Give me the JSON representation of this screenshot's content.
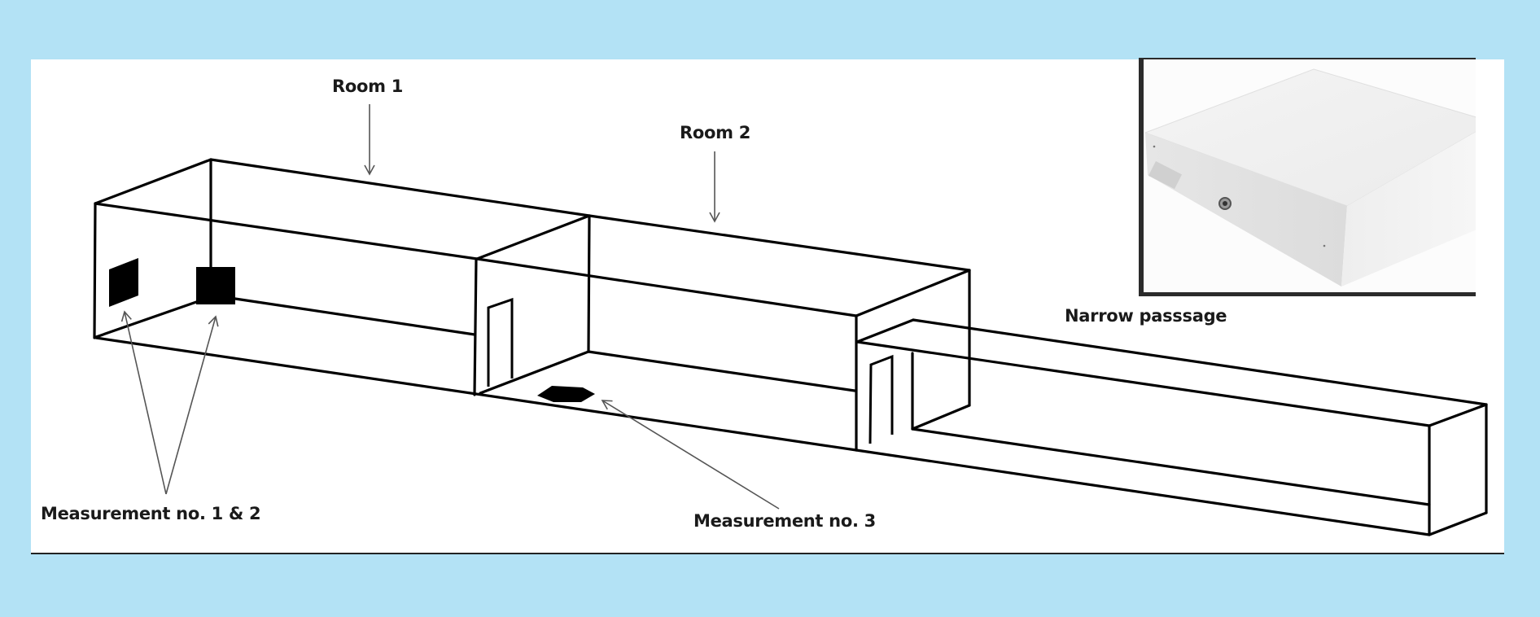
{
  "figure": {
    "background_color": "#b3e2f5",
    "panel_color": "#ffffff",
    "line_color": "#000000",
    "arrow_color": "#555555"
  },
  "labels": {
    "room1": "Room 1",
    "room2": "Room 2",
    "narrow_passage": "Narrow passsage",
    "measurement_1_2": "Measurement no. 1 & 2",
    "measurement_3": "Measurement no. 3"
  },
  "inset_photo": {
    "subject": "white panel antenna",
    "connector-icon": "coaxial connector"
  },
  "elements": {
    "rooms": [
      "Room 1",
      "Room 2"
    ],
    "passage": "Narrow passsage",
    "doors": 2,
    "measurement_points": [
      {
        "id": "1",
        "location": "Room 1 end wall"
      },
      {
        "id": "2",
        "location": "Room 1 back corner"
      },
      {
        "id": "3",
        "location": "Room 2 floor"
      }
    ]
  }
}
